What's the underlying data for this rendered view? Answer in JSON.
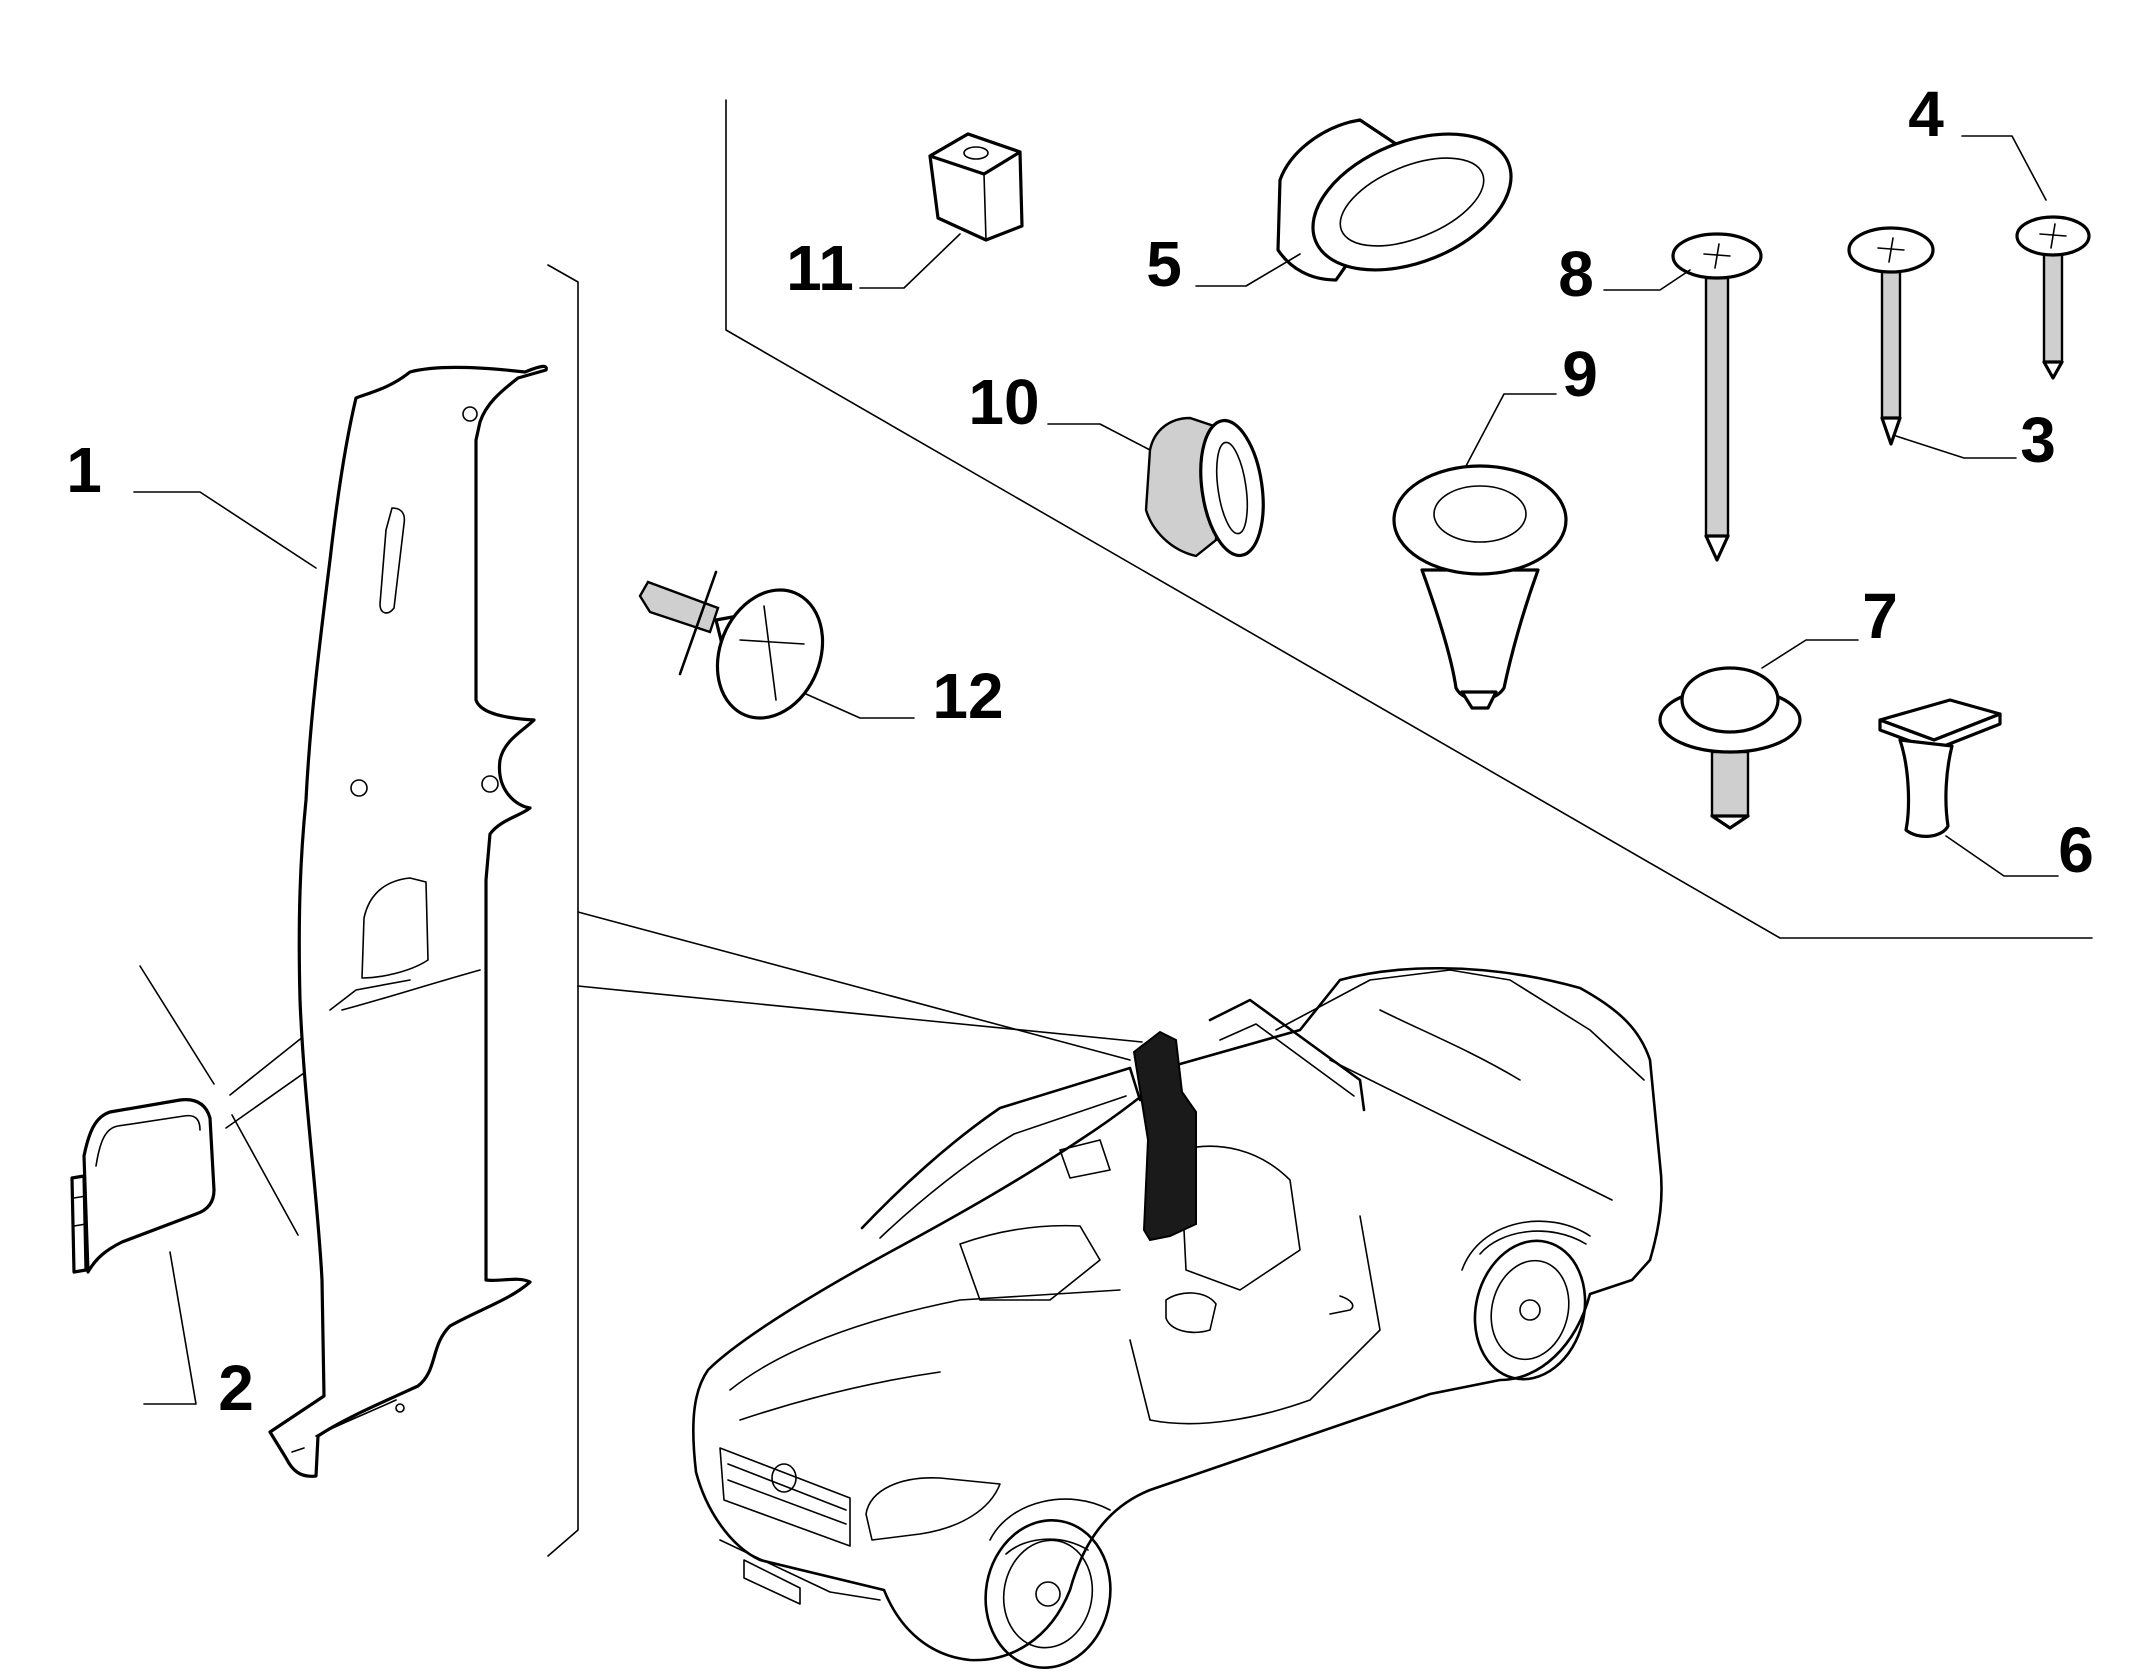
{
  "callouts": [
    {
      "id": "1",
      "label": "1"
    },
    {
      "id": "2",
      "label": "2"
    },
    {
      "id": "3",
      "label": "3"
    },
    {
      "id": "4",
      "label": "4"
    },
    {
      "id": "5",
      "label": "5"
    },
    {
      "id": "6",
      "label": "6"
    },
    {
      "id": "7",
      "label": "7"
    },
    {
      "id": "8",
      "label": "8"
    },
    {
      "id": "9",
      "label": "9"
    },
    {
      "id": "10",
      "label": "10"
    },
    {
      "id": "11",
      "label": "11"
    },
    {
      "id": "12",
      "label": "12"
    }
  ],
  "parts": {
    "p1": "pillar-trim-panel",
    "p2": "pillar-cover-cap",
    "p3": "screw",
    "p4": "screw",
    "p5": "oval-grommet",
    "p6": "clip",
    "p7": "push-rivet",
    "p8": "long-screw",
    "p9": "fir-tree-fastener",
    "p10": "oval-clip",
    "p11": "square-nut",
    "p12": "fastener-with-flange"
  }
}
